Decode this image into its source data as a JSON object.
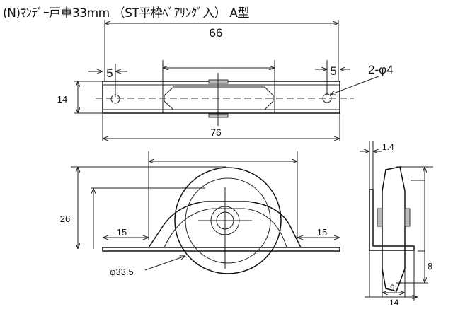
{
  "title": "(N)ﾏﾝﾃﾞｰ戸車33mm （ST平枠ﾍﾞｱﾘﾝｸﾞ入） A型",
  "dimensions": {
    "top_width_inner": "66",
    "left_offset": "5",
    "right_offset": "5",
    "hole_callout": "2-φ4",
    "plate_height": "14",
    "overall_length": "76",
    "overall_height": "26",
    "left_margin": "15",
    "right_margin": "15",
    "wheel_diameter": "φ33.5",
    "side_thickness": "1.4",
    "side_height": "8",
    "side_wheel_width": "9",
    "side_width": "14"
  }
}
